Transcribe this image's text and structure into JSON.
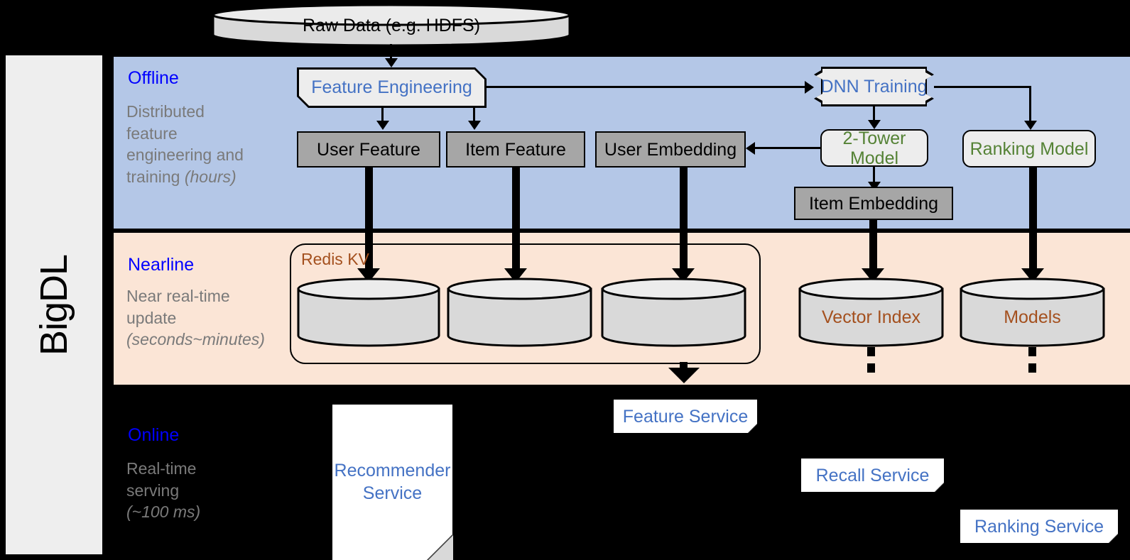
{
  "rail": {
    "label": "BigDL"
  },
  "bands": [
    {
      "id": "offline",
      "title": "Offline",
      "subtitle": "Distributed feature engineering and ",
      "subtitle_italic": "(hours)",
      "bg": "#b4c7e7"
    },
    {
      "id": "nearline",
      "title": "Nearline",
      "subtitle": "Near real-time update ",
      "subtitle_italic": "(seconds~minutes)",
      "bg": "#fbe5d6"
    },
    {
      "id": "online",
      "title": "Online",
      "subtitle": "Real-time serving ",
      "subtitle_italic": "(~100 ms)",
      "bg": "#000000"
    }
  ],
  "offline_sub_line1": "Distributed",
  "offline_sub_line2": "feature",
  "offline_sub_line3": "engineering and",
  "offline_sub_line4": "training ",
  "offline_sub_italic": "(hours)",
  "nearline_sub_line1": "Near real-time",
  "nearline_sub_line2": "update",
  "nearline_sub_italic": "(seconds~minutes)",
  "online_sub_line1": "Real-time",
  "online_sub_line2": "serving",
  "online_sub_italic": "(~100 ms)",
  "nodes": {
    "raw_data": "Raw Data (e.g. HDFS)",
    "feature_engineering": "Feature Engineering",
    "dnn_training": "DNN Training",
    "user_feature": "User Feature",
    "item_feature": "Item Feature",
    "user_embedding": "User Embedding",
    "two_tower_model": "2-Tower Model",
    "ranking_model": "Ranking Model",
    "item_embedding": "Item Embedding",
    "redis_kv": "Redis KV",
    "vector_index": "Vector Index",
    "models": "Models",
    "feature_service": "Feature Service",
    "recall_service": "Recall Service",
    "ranking_service": "Ranking Service",
    "recommender_service_line1": "Recommender",
    "recommender_service_line2": "Service"
  },
  "colors": {
    "offline_band": "#b4c7e7",
    "nearline_band": "#fbe5d6",
    "online_band": "#000000",
    "rail": "#eeeeee",
    "band_title": "#0000ff",
    "band_subtitle": "#7a7a7a",
    "blue_text": "#4472c4",
    "green_text": "#548235",
    "brown_text": "#a4501e",
    "gray_box": "#a6a6a6",
    "light_box": "#ededed",
    "cylinder_body": "#d9d9d9",
    "cylinder_top": "#ececec",
    "card_bg": "#ffffff"
  }
}
